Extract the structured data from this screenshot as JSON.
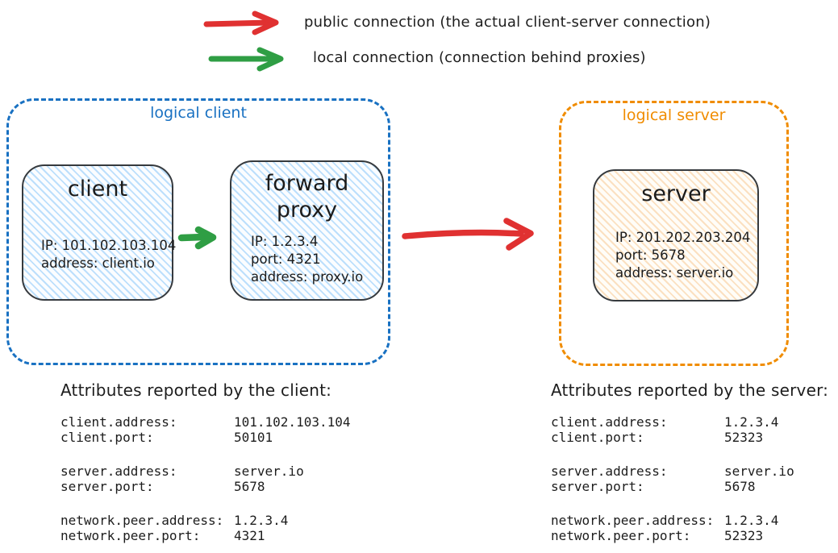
{
  "legend": {
    "items": [
      {
        "icon": "public-connection-arrow",
        "color": "#e03131",
        "label": "public connection (the actual client-server connection)"
      },
      {
        "icon": "local-connection-arrow",
        "color": "#2f9e44",
        "label": "local connection (connection behind proxies)"
      }
    ]
  },
  "diagram": {
    "logical_client": {
      "label": "logical client",
      "color": "#1971c2",
      "nodes": [
        {
          "title": "client",
          "lines": [
            "IP: 101.102.103.104",
            "address: client.io"
          ]
        },
        {
          "title": "forward proxy",
          "lines": [
            "IP: 1.2.3.4",
            "port: 4321",
            "address: proxy.io"
          ]
        }
      ]
    },
    "logical_server": {
      "label": "logical server",
      "color": "#f08c00",
      "nodes": [
        {
          "title": "server",
          "lines": [
            "IP: 201.202.203.204",
            "port: 5678",
            "address: server.io"
          ]
        }
      ]
    },
    "connections": [
      {
        "type": "local",
        "color": "#2f9e44",
        "from": "client",
        "to": "forward proxy"
      },
      {
        "type": "public",
        "color": "#e03131",
        "from": "forward proxy",
        "to": "logical server"
      }
    ]
  },
  "attributes_client": {
    "heading": "Attributes reported by the client:",
    "rows": [
      {
        "key": "client.address:",
        "value": "101.102.103.104"
      },
      {
        "key": "client.port:",
        "value": "50101"
      },
      {
        "key": "server.address:",
        "value": "server.io"
      },
      {
        "key": "server.port:",
        "value": "5678"
      },
      {
        "key": "network.peer.address:",
        "value": "1.2.3.4"
      },
      {
        "key": "network.peer.port:",
        "value": "4321"
      }
    ]
  },
  "attributes_server": {
    "heading": "Attributes reported by the server:",
    "rows": [
      {
        "key": "client.address:",
        "value": "1.2.3.4"
      },
      {
        "key": "client.port:",
        "value": "52323"
      },
      {
        "key": "server.address:",
        "value": "server.io"
      },
      {
        "key": "server.port:",
        "value": "5678"
      },
      {
        "key": "network.peer.address:",
        "value": "1.2.3.4"
      },
      {
        "key": "network.peer.port:",
        "value": "52323"
      }
    ]
  }
}
